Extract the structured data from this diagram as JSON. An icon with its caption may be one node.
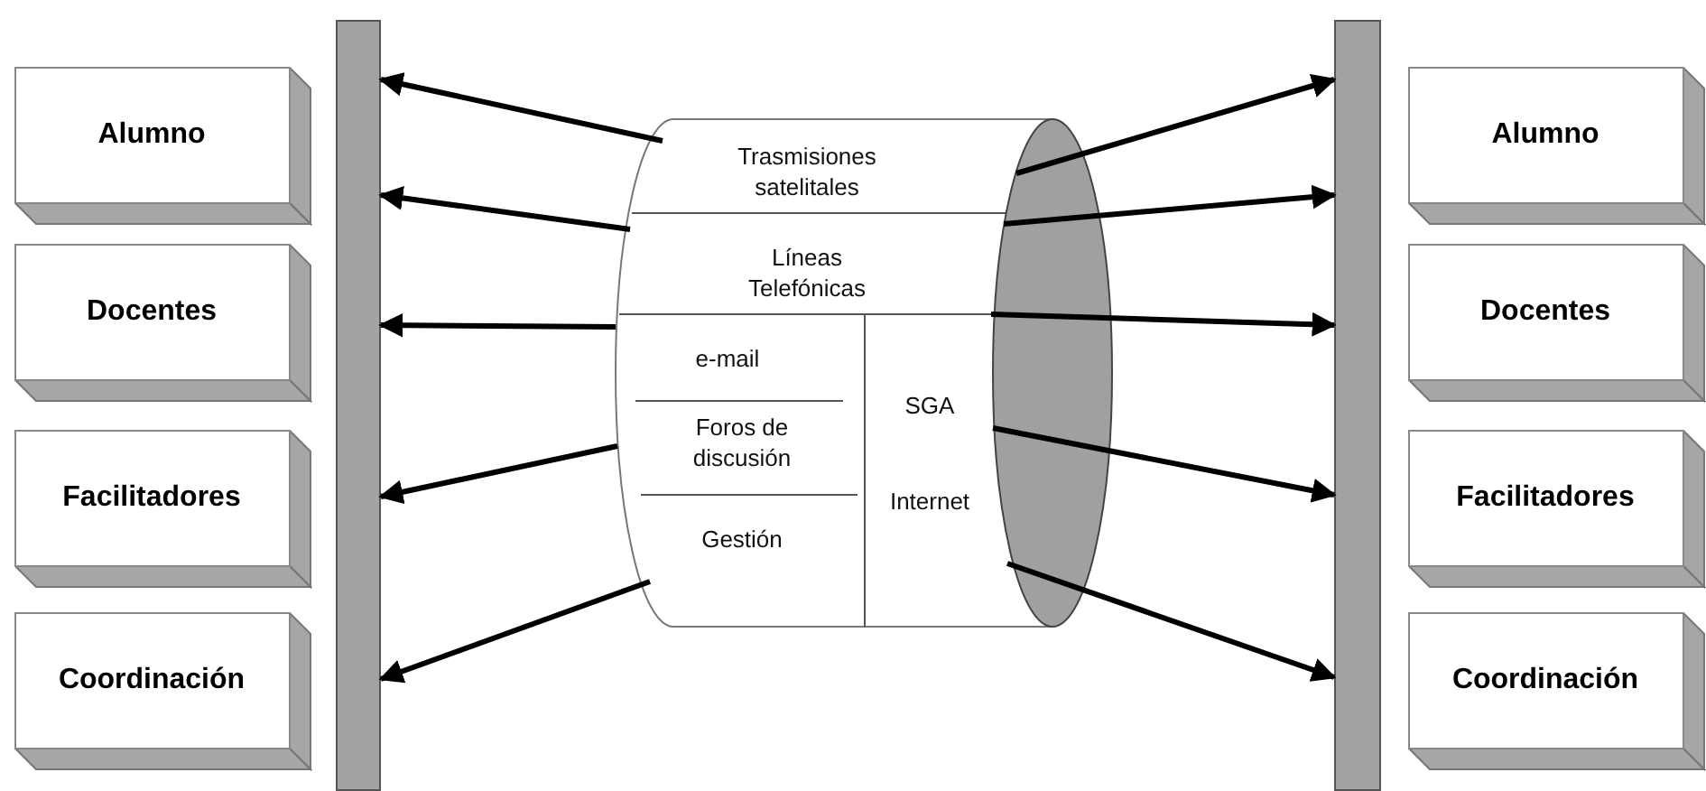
{
  "diagram": {
    "nodes": [
      {
        "text": [],
        "shape": "bar"
      },
      {
        "text": [
          "Alumno"
        ]
      },
      {
        "text": [
          "Docentes"
        ]
      },
      {
        "text": [
          "Facilitadores"
        ]
      },
      {
        "text": [
          "Coordinación"
        ]
      },
      {
        "text": [],
        "shape": "cylinder"
      },
      {
        "text": [
          "Trasmisiones satelitales"
        ],
        "in": 5
      },
      {
        "text": [
          "Líneas Telefónicas"
        ],
        "in": 5
      },
      {
        "text": [
          "e-mail"
        ],
        "in": 5
      },
      {
        "text": [
          "Foros de discusión"
        ],
        "in": 5
      },
      {
        "text": [
          "Gestión"
        ],
        "in": 5
      },
      {
        "text": [
          "SGA",
          "Internet"
        ],
        "in": 5
      },
      {
        "text": [],
        "shape": "bar"
      },
      {
        "text": [
          "Alumno"
        ]
      },
      {
        "text": [
          "Docentes"
        ]
      },
      {
        "text": [
          "Facilitadores"
        ]
      },
      {
        "text": [
          "Coordinación"
        ]
      }
    ],
    "edges": [
      {
        "from": 5,
        "to": 0,
        "arrow": "to"
      },
      {
        "from": 5,
        "to": 0,
        "arrow": "to"
      },
      {
        "from": 5,
        "to": 0,
        "arrow": "to"
      },
      {
        "from": 5,
        "to": 0,
        "arrow": "to"
      },
      {
        "from": 5,
        "to": 0,
        "arrow": "to"
      },
      {
        "from": 5,
        "to": 12,
        "arrow": "to"
      },
      {
        "from": 5,
        "to": 12,
        "arrow": "to"
      },
      {
        "from": 5,
        "to": 12,
        "arrow": "to"
      },
      {
        "from": 5,
        "to": 12,
        "arrow": "to"
      },
      {
        "from": 5,
        "to": 12,
        "arrow": "to"
      }
    ]
  }
}
